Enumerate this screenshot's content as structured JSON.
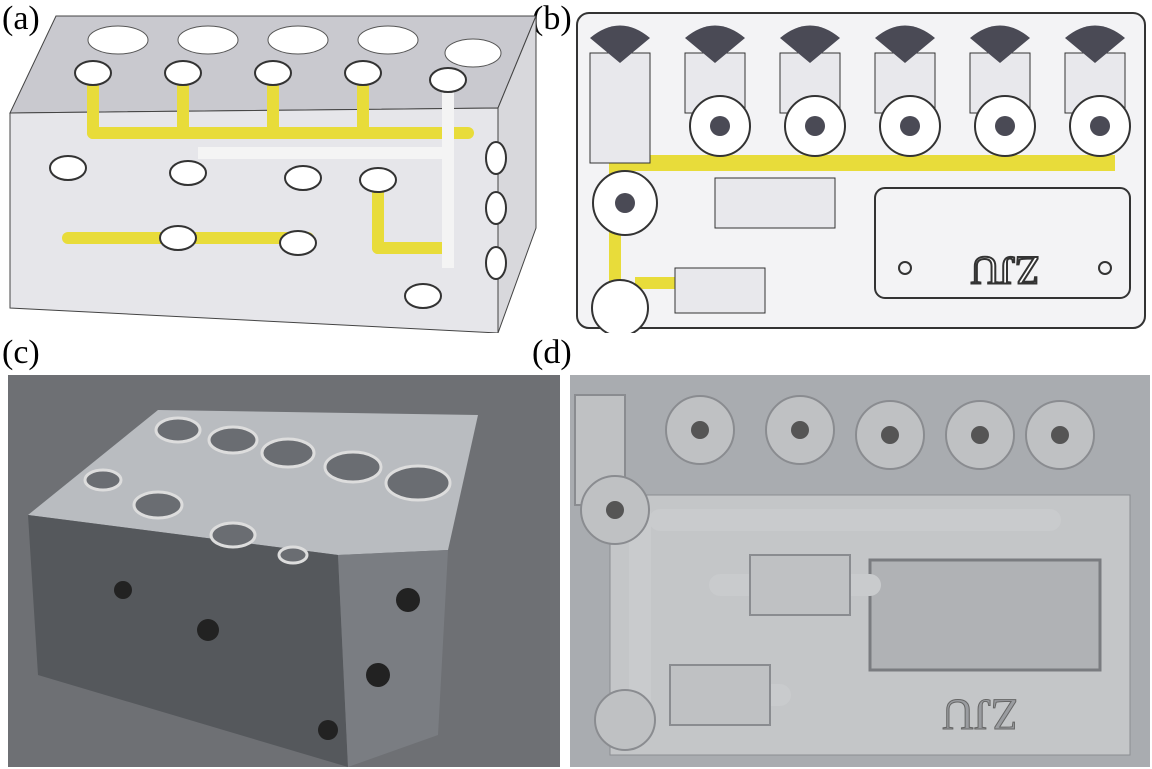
{
  "figure": {
    "panels": [
      {
        "label": "(a)"
      },
      {
        "label": "(b)",
        "logo_text": "ZJU"
      },
      {
        "label": "(c)"
      },
      {
        "label": "(d)",
        "logo_text": "ZJU"
      }
    ]
  },
  "colors": {
    "channel_yellow": "#e8dc3a",
    "cad_gray": "#d4d4d8",
    "port_dark": "#4a4a55",
    "photo_floor": "#6e7074",
    "metal": "#b9bcc0"
  }
}
